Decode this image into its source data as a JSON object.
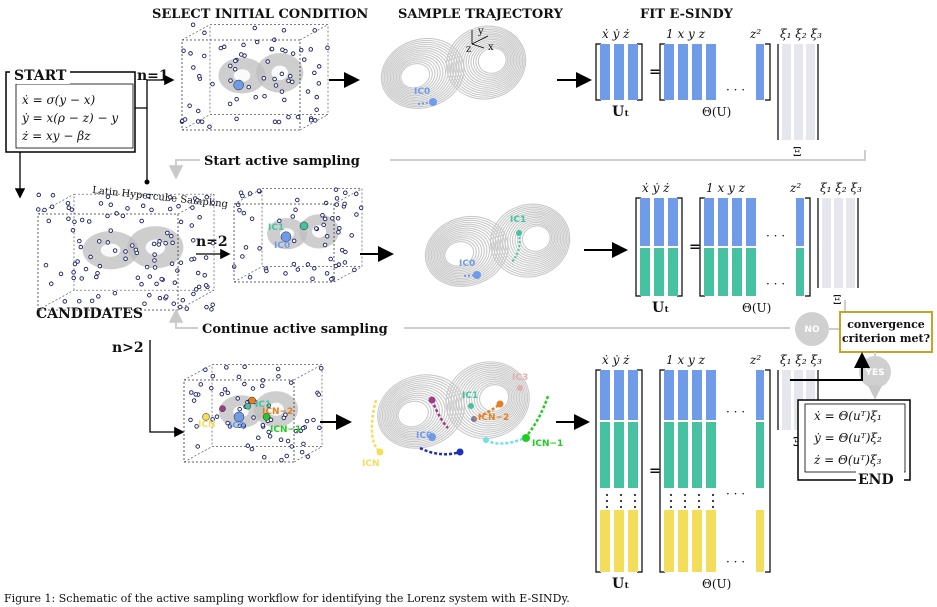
{
  "headers": {
    "select": "SELECT INITIAL CONDITION",
    "sample": "SAMPLE TRAJECTORY",
    "fit": "FIT E-SINDY"
  },
  "start": {
    "label": "START",
    "eq1": "ẋ = σ(y − x)",
    "eq2": "ẏ = x(ρ − z) − y",
    "eq3": "ż = xy − βz"
  },
  "rows": {
    "n1": "n=1",
    "n2": "n=2",
    "n3": "n>2"
  },
  "candidates": {
    "label": "CANDIDATES",
    "lhs": "Latin Hypercube Sampling"
  },
  "feedback": {
    "start_active": "Start active sampling",
    "continue_active": "Continue active sampling"
  },
  "convergence": {
    "line1": "convergence",
    "line2": "criterion met?",
    "no": "NO",
    "yes": "YES"
  },
  "end": {
    "label": "END",
    "eq1": "ẋ = Θ(uᵀ)ξ₁",
    "eq2": "ẏ = Θ(uᵀ)ξ₂",
    "eq3": "ż = Θ(uᵀ)ξ₃"
  },
  "matrix_labels": {
    "lhs_header": "ẋ ẏ ż",
    "theta_header": "1 x y z",
    "z2": "z²",
    "xi_header": "ξ₁ ξ₂ ξ₃",
    "U": "Uₜ",
    "Theta": "Θ(U)",
    "Xi": "Ξ",
    "equals": "=",
    "dots": "· · ·"
  },
  "ic_labels": {
    "ic0": "IC0",
    "ic1": "IC1",
    "ic3": "IC3",
    "icn2": "ICN−2",
    "icn1": "ICN−1",
    "icn": "ICN"
  },
  "axes": {
    "x": "x",
    "y": "y",
    "z": "z"
  },
  "colors": {
    "blue": "#6f9be8",
    "teal": "#46c2a2",
    "yellow": "#f2de5a",
    "xi": "#e6e6ee",
    "attractor": "#c9c9c9",
    "orange": "#e67e22",
    "green": "#22cc22",
    "purple": "#a03a8a",
    "navy": "#1e2fb8",
    "pink": "#e0b0a8",
    "cyan": "#6fe0e8"
  },
  "caption": "Figure 1: Schematic of the active sampling workflow for identifying the Lorenz system with E-SINDy."
}
